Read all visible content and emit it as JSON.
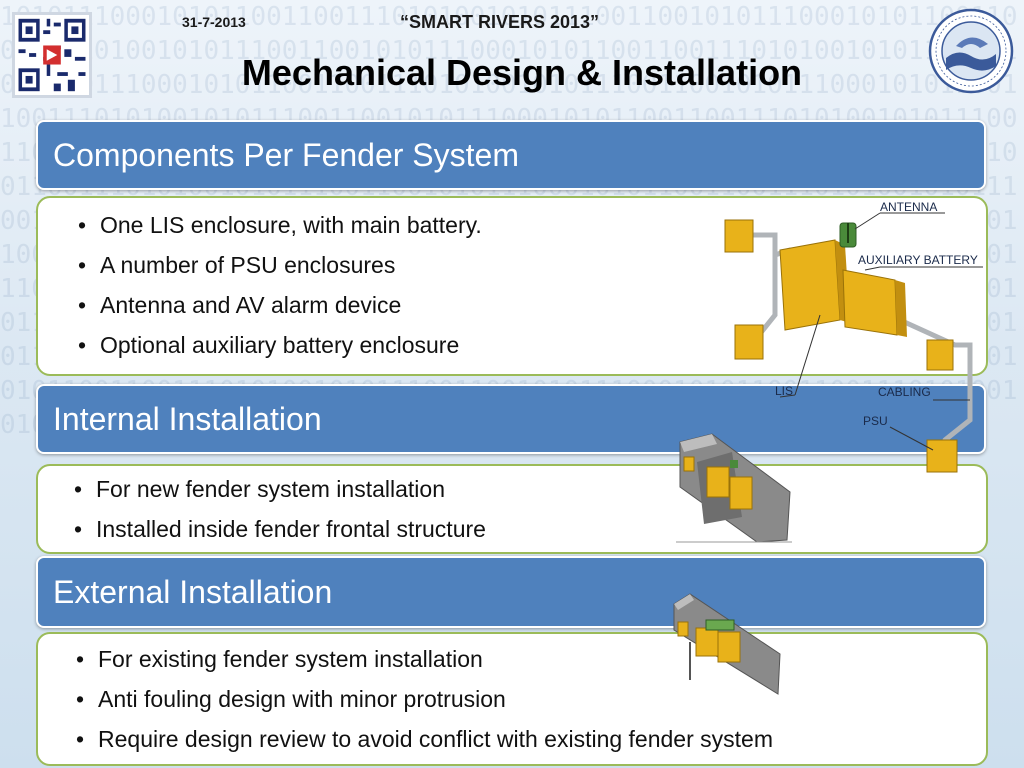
{
  "header": {
    "date": "31-7-2013",
    "event": "“SMART RIVERS 2013”",
    "title": "Mechanical Design & Installation"
  },
  "sections": [
    {
      "title": "Components Per Fender System",
      "bullets": [
        "One LIS enclosure, with main battery.",
        "A number of  PSU enclosures",
        "Antenna and AV alarm device",
        "Optional auxiliary battery enclosure"
      ]
    },
    {
      "title": "Internal Installation",
      "bullets": [
        "For new fender system installation",
        "Installed inside fender frontal structure"
      ]
    },
    {
      "title": "External Installation",
      "bullets": [
        "For existing fender system installation",
        "Anti fouling design with minor protrusion",
        "Require design review to avoid conflict with existing fender system"
      ]
    }
  ],
  "diagram_labels": {
    "antenna": "ANTENNA",
    "aux_battery": "AUXILIARY BATTERY",
    "lis": "LIS",
    "cabling": "CABLING",
    "psu": "PSU"
  },
  "colors": {
    "header_blue": "#4f81bd",
    "body_border_green": "#9bbb59",
    "enclosure_yellow": "#e8b21a"
  },
  "icons": {
    "qr": "qr-code-icon",
    "logo": "pianc-logo-icon",
    "bullet": "•"
  }
}
